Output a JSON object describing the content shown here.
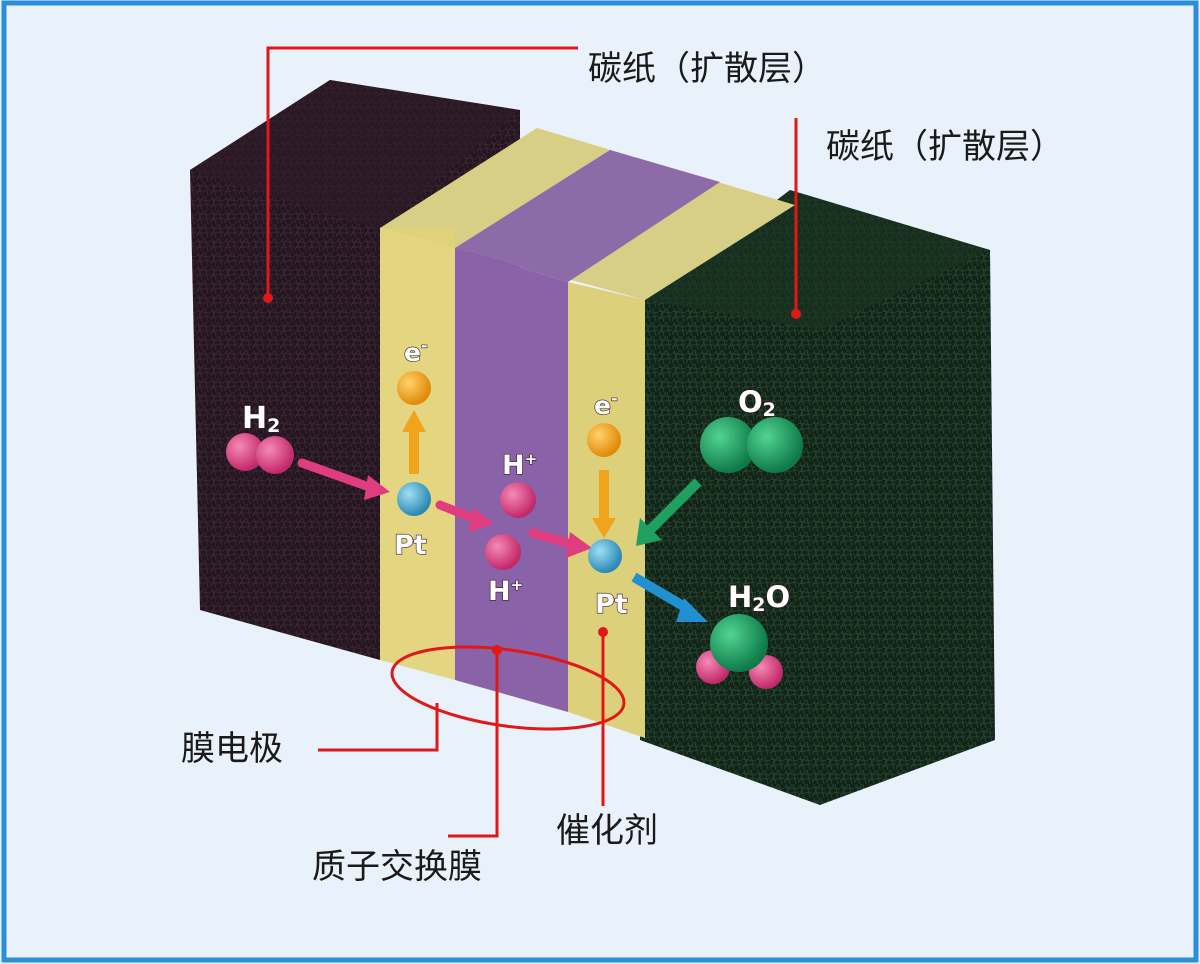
{
  "labels": {
    "carbon_paper_left": "碳纸（扩散层）",
    "carbon_paper_right": "碳纸（扩散层）",
    "membrane_electrode": "膜电极",
    "proton_exchange_membrane": "质子交换膜",
    "catalyst": "催化剂"
  },
  "species": {
    "h2": {
      "base": "H",
      "sub": "2"
    },
    "o2": {
      "base": "O",
      "sub": "2"
    },
    "h2o": {
      "base": "H",
      "sub": "2",
      "tail": "O"
    },
    "h_plus_upper": {
      "base": "H",
      "sup": "+"
    },
    "h_plus_lower": {
      "base": "H",
      "sup": "+"
    },
    "electron_left": {
      "base": "e",
      "sup": "-"
    },
    "electron_right": {
      "base": "e",
      "sup": "-"
    },
    "pt_left": "Pt",
    "pt_right": "Pt"
  },
  "colors": {
    "frame_blue": "#2a8fd8",
    "background": "#e9f1fa",
    "anode_block": "#2a1a22",
    "cathode_block": "#16291c",
    "catalyst_layer": "#ddd07a",
    "membrane": "#8a62a8",
    "leader_line": "#e01818",
    "hydrogen": "#d63a7a",
    "oxygen": "#1fa066",
    "electron": "#f2a418",
    "platinum": "#46a8d0",
    "arrow_pink": "#e03c80",
    "arrow_green": "#1fa060",
    "arrow_blue": "#2290d0",
    "arrow_orange": "#f0a41c"
  }
}
